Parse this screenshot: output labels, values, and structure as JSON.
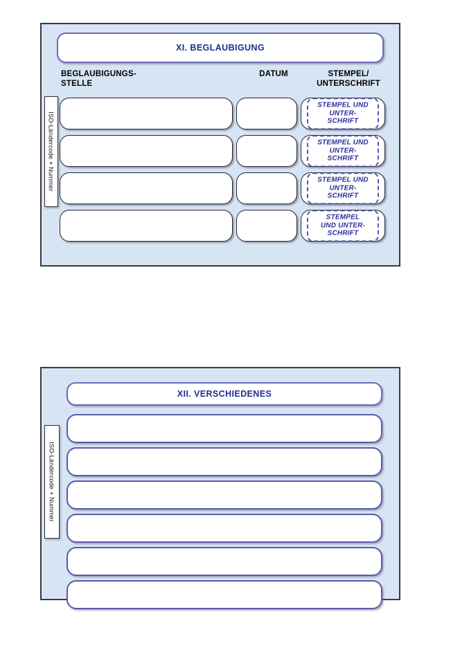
{
  "page": {
    "background": "#ffffff",
    "panel_background": "#d7e4f4",
    "accent_violet": "#5a5aa8",
    "title_color": "#1f2d8f",
    "stamp_color": "#2d2d9c"
  },
  "certification_panel": {
    "title": "XI. BEGLAUBIGUNG",
    "side_tab_label": "ISO-Ländercode + Nummer",
    "columns": [
      {
        "key": "office",
        "label": "BEGLAUBIGUNGS-\nSTELLE"
      },
      {
        "key": "date",
        "label": "DATUM"
      },
      {
        "key": "stamp",
        "label": "STEMPEL/\nUNTERSCHRIFT"
      }
    ],
    "column_labels": {
      "office_line1": "BEGLAUBIGUNGS-",
      "office_line2": "STELLE",
      "date": "DATUM",
      "stamp_line1": "STEMPEL/",
      "stamp_line2": "UNTERSCHRIFT"
    },
    "rows": [
      {
        "office_value": "",
        "date_value": "",
        "stamp_lines": [
          "STEMPEL UND",
          "UNTER-",
          "SCHRIFT"
        ]
      },
      {
        "office_value": "",
        "date_value": "",
        "stamp_lines": [
          "STEMPEL UND",
          "UNTER-",
          "SCHRIFT"
        ]
      },
      {
        "office_value": "",
        "date_value": "",
        "stamp_lines": [
          "STEMPEL UND",
          "UNTER-",
          "SCHRIFT"
        ]
      },
      {
        "office_value": "",
        "date_value": "",
        "stamp_lines": [
          "STEMPEL",
          "UND UNTER-",
          "SCHRIFT"
        ]
      }
    ]
  },
  "misc_panel": {
    "title": "XII. VERSCHIEDENES",
    "side_tab_label": "ISO-Ländercode + Nummer",
    "rows": [
      {
        "value": ""
      },
      {
        "value": ""
      },
      {
        "value": ""
      },
      {
        "value": ""
      },
      {
        "value": ""
      },
      {
        "value": ""
      }
    ]
  }
}
